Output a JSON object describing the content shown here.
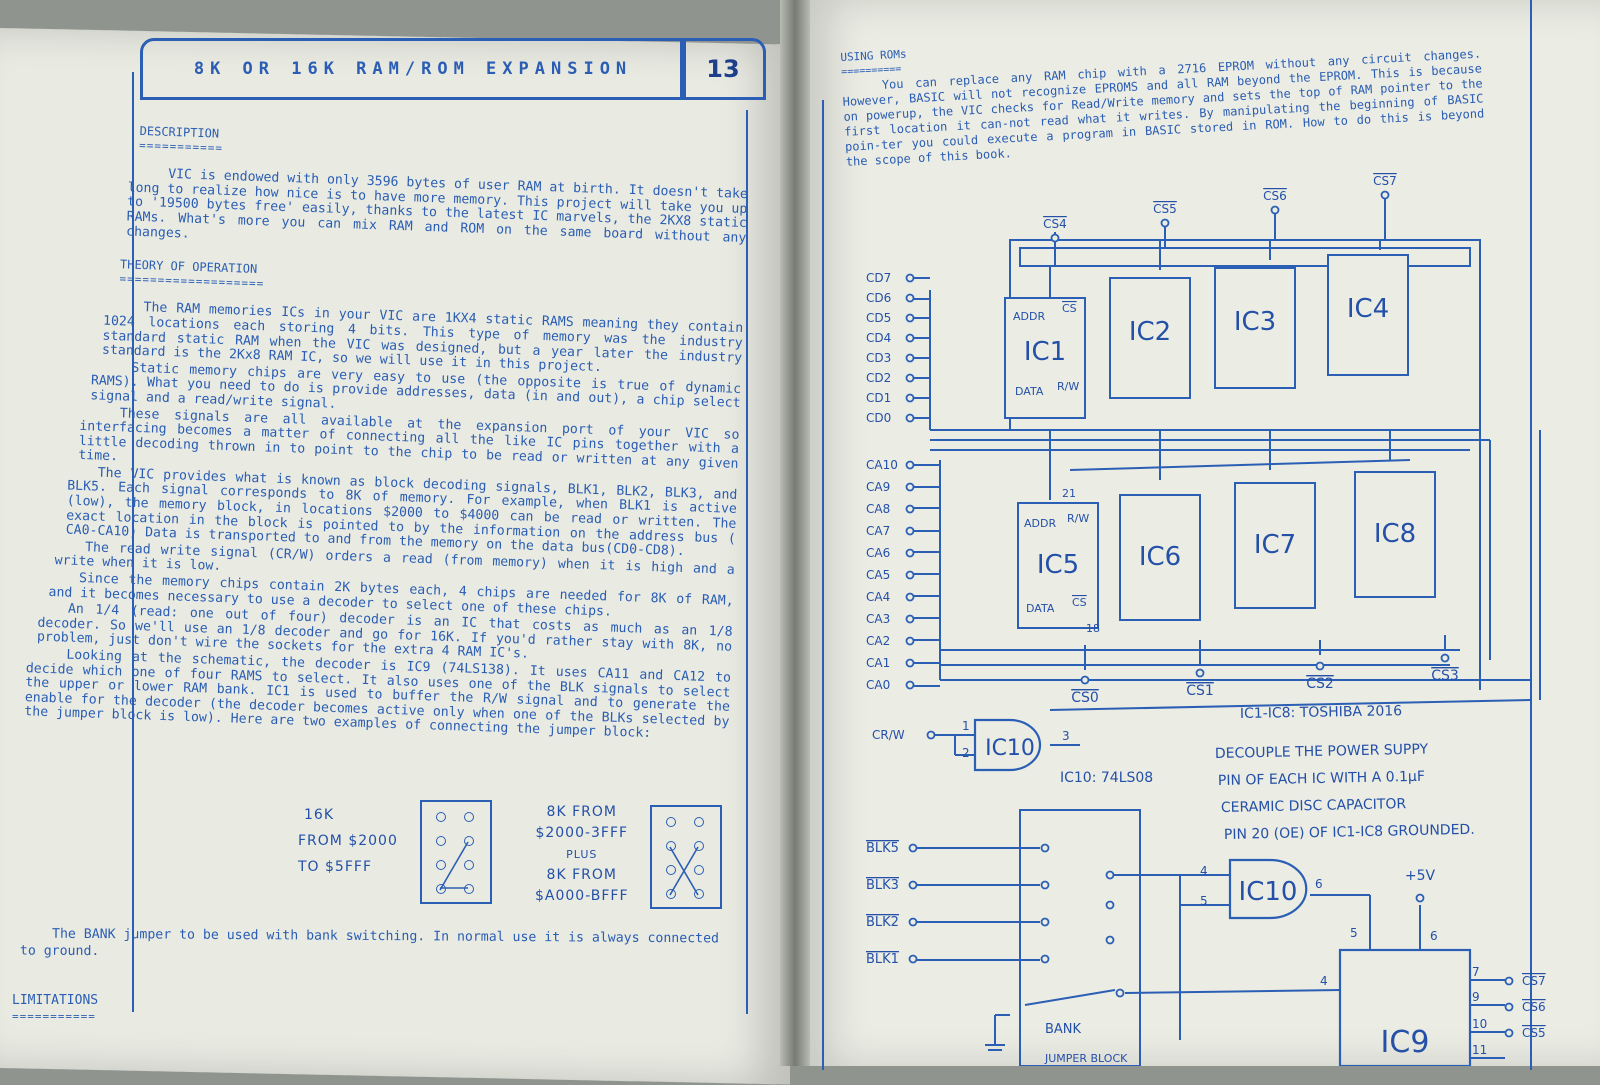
{
  "left_page": {
    "title": "8K OR 16K RAM/ROM EXPANSION",
    "page_number": "13",
    "description_heading": "DESCRIPTION",
    "description_underline": "===========",
    "description_text": "VIC is endowed with only 3596 bytes of user RAM at birth. It doesn't take long to realize how nice is to have more memory. This project will take you up to '19500 bytes free' easily, thanks to the latest IC marvels, the 2KX8 static RAMs. What's more you can mix RAM and ROM on the same board without any changes.",
    "theory_heading": "THEORY OF OPERATION",
    "theory_underline": "===================",
    "theory_paragraphs": [
      "The RAM memories ICs in your VIC are 1KX4 static RAMS meaning they contain 1024 locations each storing 4 bits. This type of memory was the industry standard static RAM when the VIC was designed, but a year later the industry standard is the 2Kx8 RAM IC, so we will use it in this project.",
      "Static memory chips are very easy to use (the opposite is true of dynamic RAMS). What you need to do is provide addresses, data (in and out), a chip select signal and a read/write signal.",
      "These signals are all available at the expansion port of your VIC so interfacing becomes a matter of connecting all the like IC pins together with a little decoding thrown in to point to the chip to be read or written at any given time.",
      "The VIC provides what is known as block decoding signals, BLK1, BLK2, BLK3, and BLK5. Each signal corresponds to 8K of memory. For example, when BLK1 is active (low), the memory block, in locations $2000 to $4000 can be read or written. The exact location in the block is pointed to by the information on the address bus ( CA0-CA10) Data is transported to and from the memory on the data bus(CD0-CD8).",
      "The read write signal (CR/W) orders a read (from memory) when it is high and a write when it is low.",
      "Since the memory chips contain 2K bytes each, 4 chips are needed for 8K of RAM, and it becomes necessary to use a decoder to select one of these chips.",
      "An 1/4 (read: one out of four) decoder is an IC that costs as much as an 1/8 decoder. So we'll use an 1/8 decoder and go for 16K. If you'd rather stay with 8K, no problem, just don't wire the sockets for the extra 4 RAM IC's.",
      "Looking at the schematic, the decoder is IC9 (74LS138). It uses CA11 and CA12 to decide which one of four RAMS to select. It also uses one of the BLK signals to select the upper or lower RAM bank. IC1 is used to buffer the R/W signal and to generate the enable for the decoder (the decoder becomes active only when one of the BLKs selected by the jumper block is low). Here are two examples of connecting the jumper block:"
    ],
    "jumper_16k": [
      "16K",
      "FROM $2000",
      "TO $5FFF"
    ],
    "jumper_8k": [
      "8K FROM",
      "$2000-3FFF",
      "PLUS",
      "8K FROM",
      "$A000-BFFF"
    ],
    "bank_text": "The BANK jumper to be used with bank switching. In normal use it is always connected to ground.",
    "limitations_heading": "LIMITATIONS",
    "limitations_underline": "==========="
  },
  "right_page": {
    "using_roms_heading": "USING ROMs",
    "using_roms_underline": "==========",
    "using_roms_text": "You can replace any RAM chip with a 2716 EPROM without any circuit changes. However, BASIC will not recognize EPROMS and all RAM beyond the EPROM. This is because on powerup, the VIC checks for Read/Write memory and sets the top of RAM pointer to the first location it can-not read what it writes. By manipulating the beginning of BASIC poin-ter you could execute a program in BASIC stored in ROM. How to do this is beyond the scope of this book.",
    "cs_top": [
      "CS4",
      "CS5",
      "CS6",
      "CS7"
    ],
    "cs_bottom": [
      "CS0",
      "CS1",
      "CS2",
      "CS3"
    ],
    "data_lines": [
      "CD7",
      "CD6",
      "CD5",
      "CD4",
      "CD3",
      "CD2",
      "CD1",
      "CD0"
    ],
    "addr_lines": [
      "CA10",
      "CA9",
      "CA8",
      "CA7",
      "CA6",
      "CA5",
      "CA4",
      "CA3",
      "CA2",
      "CA1",
      "CA0"
    ],
    "ics_top": [
      "IC1",
      "IC2",
      "IC3",
      "IC4"
    ],
    "ics_bottom": [
      "IC5",
      "IC6",
      "IC7",
      "IC8"
    ],
    "ic1_pins": [
      "ADDR",
      "CS",
      "DATA",
      "R/W"
    ],
    "ic5_pins": [
      "ADDR",
      "R/W",
      "DATA",
      "CS"
    ],
    "pin_21": "21",
    "pin_18": "18",
    "ram_note": "IC1-IC8: TOSHIBA 2016",
    "gate_input": "CR/W",
    "gate_label": "IC10",
    "gate_type": "IC10: 74LS08",
    "gate_pins": [
      "1",
      "2",
      "3"
    ],
    "decouple_note": [
      "DECOUPLE THE POWER SUPPY",
      "PIN OF EACH IC WITH A 0.1µF",
      "CERAMIC DISC CAPACITOR",
      "PIN 20 (OE) OF IC1-IC8 GROUNDED."
    ],
    "blk_inputs": [
      "BLK5",
      "BLK3",
      "BLK2",
      "BLK1"
    ],
    "gate2_label": "IC10",
    "gate2_pins": [
      "4",
      "5",
      "6"
    ],
    "vcc_label": "+5V",
    "decoder_label": "IC9",
    "decoder_pins": [
      "5",
      "6",
      "4",
      "7",
      "9",
      "10",
      "11"
    ],
    "decoder_outputs": [
      "CS7",
      "CS6",
      "CS5"
    ],
    "bank_label": "BANK",
    "jumper_block_label": "JUMPER BLOCK"
  }
}
